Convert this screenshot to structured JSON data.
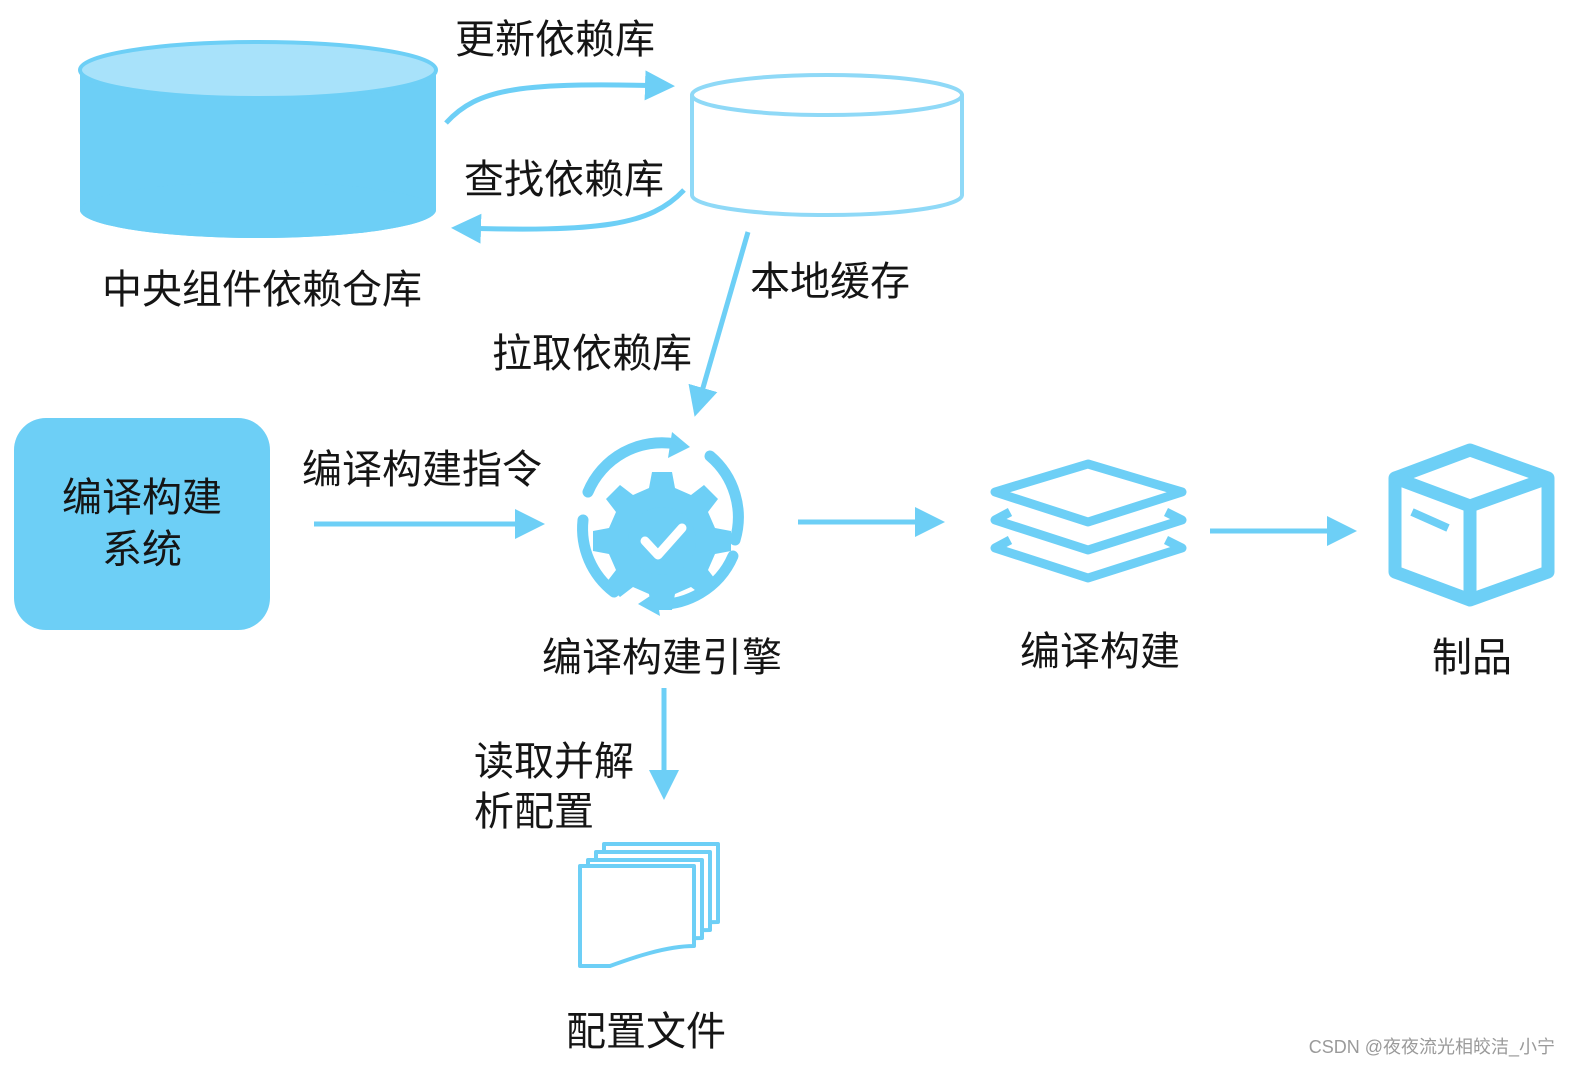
{
  "colors": {
    "accent": "#6dcff6",
    "accent_dark": "#4fb9e6",
    "cylinder_top": "#a8e2fa",
    "text": "#151515",
    "watermark": "#9a9a9a"
  },
  "nodes": {
    "central_repo": {
      "label": "中央组件依赖仓库",
      "icon": "database-cylinder-filled-icon"
    },
    "local_cache": {
      "label": "本地缓存",
      "icon": "database-cylinder-outline-icon"
    },
    "build_system": {
      "label": "编译构建系统"
    },
    "build_engine": {
      "label": "编译构建引擎",
      "icon": "gear-sync-check-icon"
    },
    "build": {
      "label": "编译构建",
      "icon": "layers-icon"
    },
    "artifact": {
      "label": "制品",
      "icon": "box-icon"
    },
    "config_files": {
      "label": "配置文件",
      "icon": "documents-stack-icon"
    }
  },
  "edges": {
    "update_deps": "更新依赖库",
    "find_deps": "查找依赖库",
    "pull_deps": "拉取依赖库",
    "build_command": "编译构建指令",
    "read_parse_config_line1": "读取并解",
    "read_parse_config_line2": "析配置"
  },
  "watermark": "CSDN @夜夜流光相皎洁_小宁"
}
